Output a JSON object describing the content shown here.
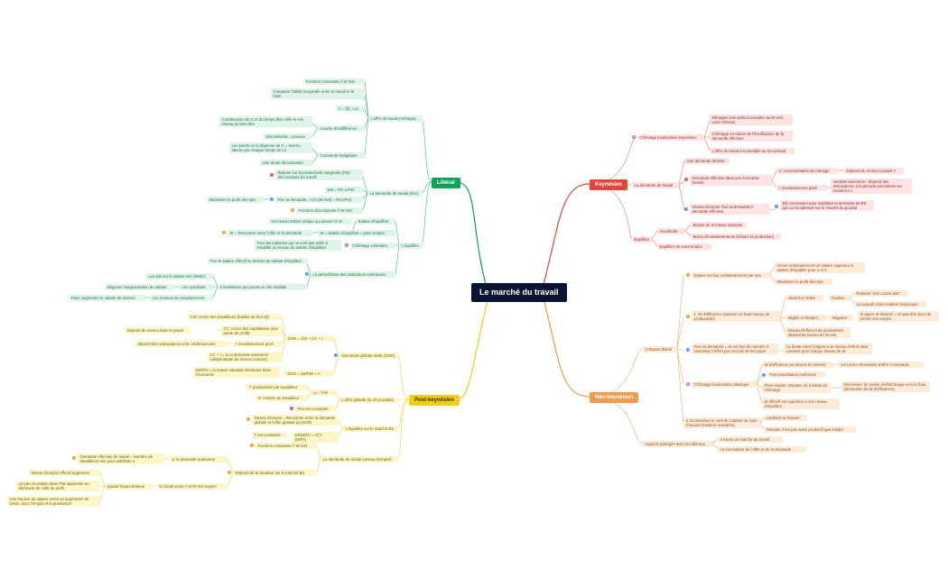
{
  "root": "Le marché du travail",
  "branches": {
    "liberal": "Libéral",
    "keynesien": "Keynésien",
    "neo_keynesien": "Néo-keynésien",
    "post_keynesien": "Post-keynésien"
  },
  "lib": {
    "offre": "L'offre de travail (ménage)",
    "fonction_croissante": "Fonction croissante // W réel",
    "comparer": "Comparer l'utilité marginale entre le travail et le loisir",
    "u": "U = f(C, Lo)",
    "courbe_indiff": "Courbe d'indifférence",
    "combinaison": "Combinaison de C et du temps libre offre le min niveau du bien être",
    "decroissante_convexe": "Décroissante, convexe",
    "contrainte": "Contrainte budgétaire",
    "points": "Les points ou la dépense de C = revenu obtenu par chaque temps de Lo",
    "droite": "Une droite décroissante",
    "demande": "La demande de travail (éco)",
    "repose": "Repose sur la productivité marginale (Pm) décroissante du travail",
    "ctm": "Dm = Pm x Pml",
    "maximiser": "Maximiser le profit des eps",
    "fixe": "Fixe la demande = Cm (W réel) = Rm (Pm)",
    "fonction_decroissante": "Fonction décroissante // W réel",
    "equilibre": "L'équilibre",
    "salaire_eq": "Salaire d'équilibre",
    "salaire_unique": "Un niveau salaire unique qui assure O=D",
    "w_eq": "W = Salaire d'équilibre = plein-emploi",
    "w_rencontre": "W = Rencontre entre l'offre et la demande",
    "chomage_vol": "Chômage volontaire",
    "tous": "Tous les individus qui ne sont pas prêts à travailler au niveau du salaire d'équilibre",
    "perturbation": "La perturbation des institutions extérieures",
    "fixe_salaire": "Fixe le salaire effectif au dessus du salaire d'équilibre",
    "trois_inst": "3 institutions qui jouent un rôle nuisible",
    "lois": "Les lois sur le salaire min (SMIC)",
    "syndicats": "Les syndicats",
    "negocier": "Négocier l'augmentation du salaire",
    "revenus": "Les revenus du remplacement",
    "faire": "Faire augmenter le salaire de réserve"
  },
  "key": {
    "chomage_invol": "Chômage involontaire keynésien",
    "menages": "Ménages sont prêts à travailler au W réel, voire inférieur",
    "chomage_raison": "Chômage en raison de l'insuffisance de la demande effective",
    "offre_sensible": "L'offre de travail est sensible au W nominal",
    "demande": "La demande de travail",
    "derivee": "Une demande dérivée",
    "demande_eff": "Demande effective dans une économie fermée",
    "consommation": "C: consommation du ménage",
    "depend": "Dépend du revenu courant Y",
    "investissement": "I: investissement privé",
    "variable": "Variable autonome : dépend des anticipations à la période précédente au moment t-1",
    "niveau_emploi": "Niveau d'emploi: fixé sa demande // demande effective",
    "ete": "Été nécessaire pour satisfaire la demande de BS qui Lo est adressé sur le marché du produit",
    "equilibre": "Equilibre",
    "incertitude": "Incertitude",
    "baisse": "Baisse de la masse salariale",
    "moins": "Moins d'investissements (réduire la production)",
    "sous_emploi": "Equilibre de sous-emploi"
  },
  "neo": {
    "critiques": "Critiques libéral",
    "salaire_fixe": "Salaire est fixé unilatéralement par eps",
    "verser": "Verser volontairement un salaire supérieur à salaire d'équilibre pour 1 et 2",
    "maximiser": "Maximiser le profit des eps",
    "w_efficience": "1. W d'efficience (assurer un haut niveau de productivité)",
    "akerlof": "Akerlof et Yellen",
    "positive": "Positive",
    "relation": "Relation \"don contre don\"",
    "loyaute": "La loyauté d'une relation réciproque",
    "stiglitz": "Stiglitz et Shapiro",
    "negative": "Négative",
    "si_payer": "Si payer W réservé = ne pas être pour de perdre son emploi",
    "niveau_effort": "Niveau d'effort et de productivité dépend du niveau de W réel",
    "fixe_demande": "Fixe sa demande = W est fixé de manière à maximiser l'effort par euro de W réel payé",
    "droite": "La droite entre l'origine et le niveau d'effort total consenti pour chaque niveau de W",
    "chomage_class": "Chômage involontaire classique",
    "w_eff_dessus": "W d'efficience au dessus W réservé",
    "excedent": "Un excès nécessaire d'offre // demande",
    "pas_perturb": "Pas perturbation extérieure",
    "plein_emploi": "Plein-emploi: situation où il existe du chômage",
    "recession": "Récession: la courbe d'effort bouge vers le haut (diminution de W d'efficience)",
    "w_effectif": "W effectif est supérieur à son niveau d'équilibre",
    "economiser": "2. Economiser le coût de rotation de main d'oeuvre (insiders-outsiders)",
    "lindbeck": "Lindbeck et Snower",
    "outsider": "Outsider n'est pas aussi productif que insider",
    "aspects": "Aspects partagés avec les libéraux",
    "existe": "Il existe un marché du travail",
    "conception": "La conception de l'offre et de la demande"
  },
  "post": {
    "demande_globale": "Demande globale réelle (DGR)",
    "cw": "CW: conso des travailleurs (totalité de leur W)",
    "dgr1": "DGR = CW + CC + I",
    "cc": "CC: conso des capitalistes (une partie de profit)",
    "depend_revenu": "Dépend du revenu dans le passé",
    "invest": "I: investissement privé",
    "depend_antic": "dépend des anticipations et le crédit bancaire",
    "cc_i": "CC + I = à ca demande autonome indépendante du revenu courant)",
    "w_pi": "(W/P)N = la masse salariale distribuée dans l'économie",
    "dgr2": "DGR = (W/P)N + A",
    "offre_globale": "L'offre globale (la clé produite)",
    "q": "q = T×N",
    "t": "T: productivité par travailleur",
    "n": "N: nombre de travailleur",
    "prix": "Prix est constante",
    "equilibre": "L'équilibre sur le marché BS",
    "niveau": "Niveau d'emploi = Rencontre entre la demande globale et l'offre globale (q=DGR)",
    "t_const": "T est constante",
    "nd": "ND(W/P) = A/(T - (W/P))",
    "demande_travail": "La demande de travail (niveau d'emploi)",
    "fonction_crois": "Fonction croissante // W réel",
    "depend_sit": "Dépend de la situation sur le marché BS",
    "demande_auto": "a. la demande autonome",
    "demande_eff": "Demande effective de travail = Nombre de travailleurs min pour satisfaire a",
    "ecart": "b. l'écart entre T et W réel moyen",
    "quand": "Quand l'écart diminue",
    "niveau_eff": "Niveau d'emploi effectif augmente",
    "part": "La part du salaire dans PIB augmente au détriment de celle du profit",
    "hausse": "Une hausse du salaire versé va augmenter de vente, donc l'emploi et la production"
  }
}
